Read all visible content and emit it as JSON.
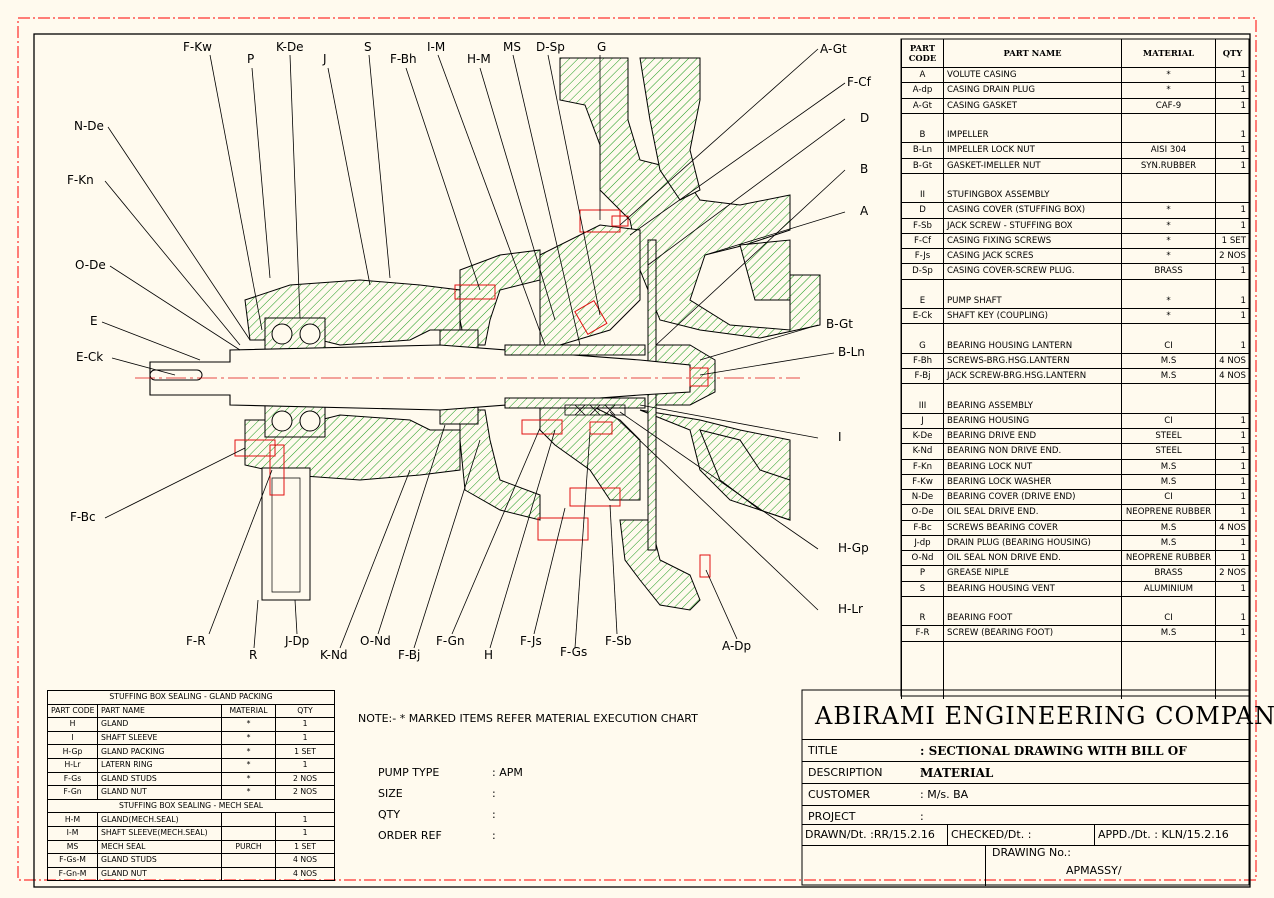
{
  "colors": {
    "paper": "#fffaee",
    "frame": "#ff0000",
    "hatch": "#1a9a1a",
    "bolt": "#e01010",
    "line": "#000000"
  },
  "balloons": {
    "top": [
      {
        "id": "fkw",
        "text": "F-Kw"
      },
      {
        "id": "p",
        "text": "P"
      },
      {
        "id": "kde",
        "text": "K-De"
      },
      {
        "id": "j",
        "text": "J"
      },
      {
        "id": "s",
        "text": "S"
      },
      {
        "id": "fbh",
        "text": "F-Bh"
      },
      {
        "id": "im",
        "text": "I-M"
      },
      {
        "id": "hm",
        "text": "H-M"
      },
      {
        "id": "ms",
        "text": "MS"
      },
      {
        "id": "dsp",
        "text": "D-Sp"
      },
      {
        "id": "g",
        "text": "G"
      }
    ],
    "left": [
      {
        "id": "nde",
        "text": "N-De"
      },
      {
        "id": "fkn",
        "text": "F-Kn"
      },
      {
        "id": "ode",
        "text": "O-De"
      },
      {
        "id": "e",
        "text": "E"
      },
      {
        "id": "eck",
        "text": "E-Ck"
      },
      {
        "id": "fbc",
        "text": "F-Bc"
      }
    ],
    "right": [
      {
        "id": "agt",
        "text": "A-Gt"
      },
      {
        "id": "fcf",
        "text": "F-Cf"
      },
      {
        "id": "d",
        "text": "D"
      },
      {
        "id": "b",
        "text": "B"
      },
      {
        "id": "a",
        "text": "A"
      },
      {
        "id": "bgt",
        "text": "B-Gt"
      },
      {
        "id": "bln",
        "text": "B-Ln"
      },
      {
        "id": "i",
        "text": "I"
      },
      {
        "id": "hgp",
        "text": "H-Gp"
      },
      {
        "id": "hlr",
        "text": "H-Lr"
      }
    ],
    "bottom": [
      {
        "id": "fr",
        "text": "F-R"
      },
      {
        "id": "r",
        "text": "R"
      },
      {
        "id": "jdp",
        "text": "J-Dp"
      },
      {
        "id": "knd",
        "text": "K-Nd"
      },
      {
        "id": "ond",
        "text": "O-Nd"
      },
      {
        "id": "fbj",
        "text": "F-Bj"
      },
      {
        "id": "fgn",
        "text": "F-Gn"
      },
      {
        "id": "h",
        "text": "H"
      },
      {
        "id": "fjs",
        "text": "F-Js"
      },
      {
        "id": "fgs",
        "text": "F-Gs"
      },
      {
        "id": "fsb",
        "text": "F-Sb"
      },
      {
        "id": "adp",
        "text": "A-Dp"
      }
    ]
  },
  "bom": {
    "headers": {
      "code": "PART CODE",
      "name": "PART NAME",
      "material": "MATERIAL",
      "qty": "QTY"
    },
    "rows": [
      {
        "code": "A",
        "name": "VOLUTE CASING",
        "material": "*",
        "qty": "1"
      },
      {
        "code": "A-dp",
        "name": "CASING DRAIN PLUG",
        "material": "*",
        "qty": "1"
      },
      {
        "code": "A-Gt",
        "name": "CASING GASKET",
        "material": "CAF-9",
        "qty": "1"
      },
      {
        "code": "",
        "name": "",
        "material": "",
        "qty": ""
      },
      {
        "code": "B",
        "name": "IMPELLER",
        "material": "",
        "qty": "1"
      },
      {
        "code": "B-Ln",
        "name": "IMPELLER LOCK NUT",
        "material": "AISI 304",
        "qty": "1"
      },
      {
        "code": "B-Gt",
        "name": "GASKET-IMELLER NUT",
        "material": "SYN.RUBBER",
        "qty": "1"
      },
      {
        "code": "",
        "name": "",
        "material": "",
        "qty": ""
      },
      {
        "code": "II",
        "name": "STUFINGBOX ASSEMBLY",
        "material": "",
        "qty": ""
      },
      {
        "code": "D",
        "name": "CASING COVER (STUFFING BOX)",
        "material": "*",
        "qty": "1"
      },
      {
        "code": "F-Sb",
        "name": "JACK SCREW - STUFFING BOX",
        "material": "*",
        "qty": "1"
      },
      {
        "code": "F-Cf",
        "name": "CASING FIXING SCREWS",
        "material": "*",
        "qty": "1 SET"
      },
      {
        "code": "F-Js",
        "name": "CASING JACK SCRES",
        "material": "*",
        "qty": "2 NOS"
      },
      {
        "code": "D-Sp",
        "name": "CASING COVER-SCREW PLUG.",
        "material": "BRASS",
        "qty": "1"
      },
      {
        "code": "",
        "name": "",
        "material": "",
        "qty": ""
      },
      {
        "code": "E",
        "name": "PUMP SHAFT",
        "material": "*",
        "qty": "1"
      },
      {
        "code": "E-Ck",
        "name": "SHAFT KEY (COUPLING)",
        "material": "*",
        "qty": "1"
      },
      {
        "code": "",
        "name": "",
        "material": "",
        "qty": ""
      },
      {
        "code": "G",
        "name": "BEARING HOUSING LANTERN",
        "material": "CI",
        "qty": "1"
      },
      {
        "code": "F-Bh",
        "name": "SCREWS-BRG.HSG.LANTERN",
        "material": "M.S",
        "qty": "4 NOS"
      },
      {
        "code": "F-Bj",
        "name": "JACK SCREW-BRG.HSG.LANTERN",
        "material": "M.S",
        "qty": "4 NOS"
      },
      {
        "code": "",
        "name": "",
        "material": "",
        "qty": ""
      },
      {
        "code": "III",
        "name": "BEARING ASSEMBLY",
        "material": "",
        "qty": ""
      },
      {
        "code": "J",
        "name": "BEARING HOUSING",
        "material": "CI",
        "qty": "1"
      },
      {
        "code": "K-De",
        "name": "BEARING DRIVE END",
        "material": "STEEL",
        "qty": "1"
      },
      {
        "code": "K-Nd",
        "name": "BEARING NON DRIVE END.",
        "material": "STEEL",
        "qty": "1"
      },
      {
        "code": "F-Kn",
        "name": "BEARING LOCK NUT",
        "material": "M.S",
        "qty": "1"
      },
      {
        "code": "F-Kw",
        "name": "BEARING LOCK WASHER",
        "material": "M.S",
        "qty": "1"
      },
      {
        "code": "N-De",
        "name": "BEARING COVER (DRIVE END)",
        "material": "CI",
        "qty": "1"
      },
      {
        "code": "O-De",
        "name": "OIL SEAL DRIVE END.",
        "material": "NEOPRENE RUBBER",
        "qty": "1"
      },
      {
        "code": "F-Bc",
        "name": "SCREWS BEARING COVER",
        "material": "M.S",
        "qty": "4 NOS"
      },
      {
        "code": "J-dp",
        "name": "DRAIN PLUG (BEARING HOUSING)",
        "material": "M.S",
        "qty": "1"
      },
      {
        "code": "O-Nd",
        "name": "OIL SEAL NON DRIVE END.",
        "material": "NEOPRENE RUBBER",
        "qty": "1"
      },
      {
        "code": "P",
        "name": "GREASE NIPLE",
        "material": "BRASS",
        "qty": "2 NOS"
      },
      {
        "code": "S",
        "name": "BEARING HOUSING VENT",
        "material": "ALUMINIUM",
        "qty": "1"
      },
      {
        "code": "",
        "name": "",
        "material": "",
        "qty": ""
      },
      {
        "code": "R",
        "name": "BEARING FOOT",
        "material": "CI",
        "qty": "1"
      },
      {
        "code": "F-R",
        "name": "SCREW (BEARING FOOT)",
        "material": "M.S",
        "qty": "1"
      },
      {
        "code": "",
        "name": "",
        "material": "",
        "qty": ""
      },
      {
        "code": "",
        "name": "",
        "material": "",
        "qty": ""
      },
      {
        "code": "",
        "name": "",
        "material": "",
        "qty": ""
      },
      {
        "code": "",
        "name": "",
        "material": "",
        "qty": ""
      }
    ]
  },
  "gland": {
    "title1": "STUFFING BOX SEALING - GLAND PACKING",
    "headers": {
      "code": "PART CODE",
      "name": "PART NAME",
      "material": "MATERIAL",
      "qty": "QTY"
    },
    "rows1": [
      {
        "code": "H",
        "name": "GLAND",
        "material": "*",
        "qty": "1"
      },
      {
        "code": "I",
        "name": "SHAFT SLEEVE",
        "material": "*",
        "qty": "1"
      },
      {
        "code": "H-Gp",
        "name": "GLAND PACKING",
        "material": "*",
        "qty": "1 SET"
      },
      {
        "code": "H-Lr",
        "name": "LATERN RING",
        "material": "*",
        "qty": "1"
      },
      {
        "code": "F-Gs",
        "name": "GLAND STUDS",
        "material": "*",
        "qty": "2 NOS"
      },
      {
        "code": "F-Gn",
        "name": "GLAND NUT",
        "material": "*",
        "qty": "2 NOS"
      }
    ],
    "title2": "STUFFING BOX SEALING - MECH SEAL",
    "rows2": [
      {
        "code": "H-M",
        "name": "GLAND(MECH.SEAL)",
        "material": "",
        "qty": "1"
      },
      {
        "code": "I-M",
        "name": "SHAFT SLEEVE(MECH.SEAL)",
        "material": "",
        "qty": "1"
      },
      {
        "code": "MS",
        "name": "MECH SEAL",
        "material": "PURCH",
        "qty": "1 SET"
      },
      {
        "code": "F-Gs-M",
        "name": "GLAND STUDS",
        "material": "",
        "qty": "4 NOS"
      },
      {
        "code": "F-Gn-M",
        "name": "GLAND NUT",
        "material": "",
        "qty": "4 NOS"
      }
    ]
  },
  "note": "NOTE:-  * MARKED ITEMS REFER MATERIAL EXECUTION CHART",
  "pump": [
    {
      "label": "PUMP TYPE",
      "value": ":  APM"
    },
    {
      "label": "SIZE",
      "value": ":"
    },
    {
      "label": "QTY",
      "value": ":"
    },
    {
      "label": "ORDER REF",
      "value": ":"
    }
  ],
  "titleblock": {
    "company": "ABIRAMI ENGINEERING COMPANY",
    "title_label": "TITLE",
    "title_value": ": SECTIONAL DRAWING WITH BILL OF MATERIAL",
    "desc_label": "DESCRIPTION",
    "desc_value": ":",
    "cust_label": "CUSTOMER",
    "cust_value": ": M/s. BA",
    "proj_label": "PROJECT",
    "proj_value": ":",
    "drawn": "DRAWN/Dt. :RR/15.2.16",
    "checked": "CHECKED/Dt. :",
    "appd": "APPD./Dt. : KLN/15.2.16",
    "dwg_label": "DRAWING No.:",
    "dwg_value": "APMASSY/"
  }
}
